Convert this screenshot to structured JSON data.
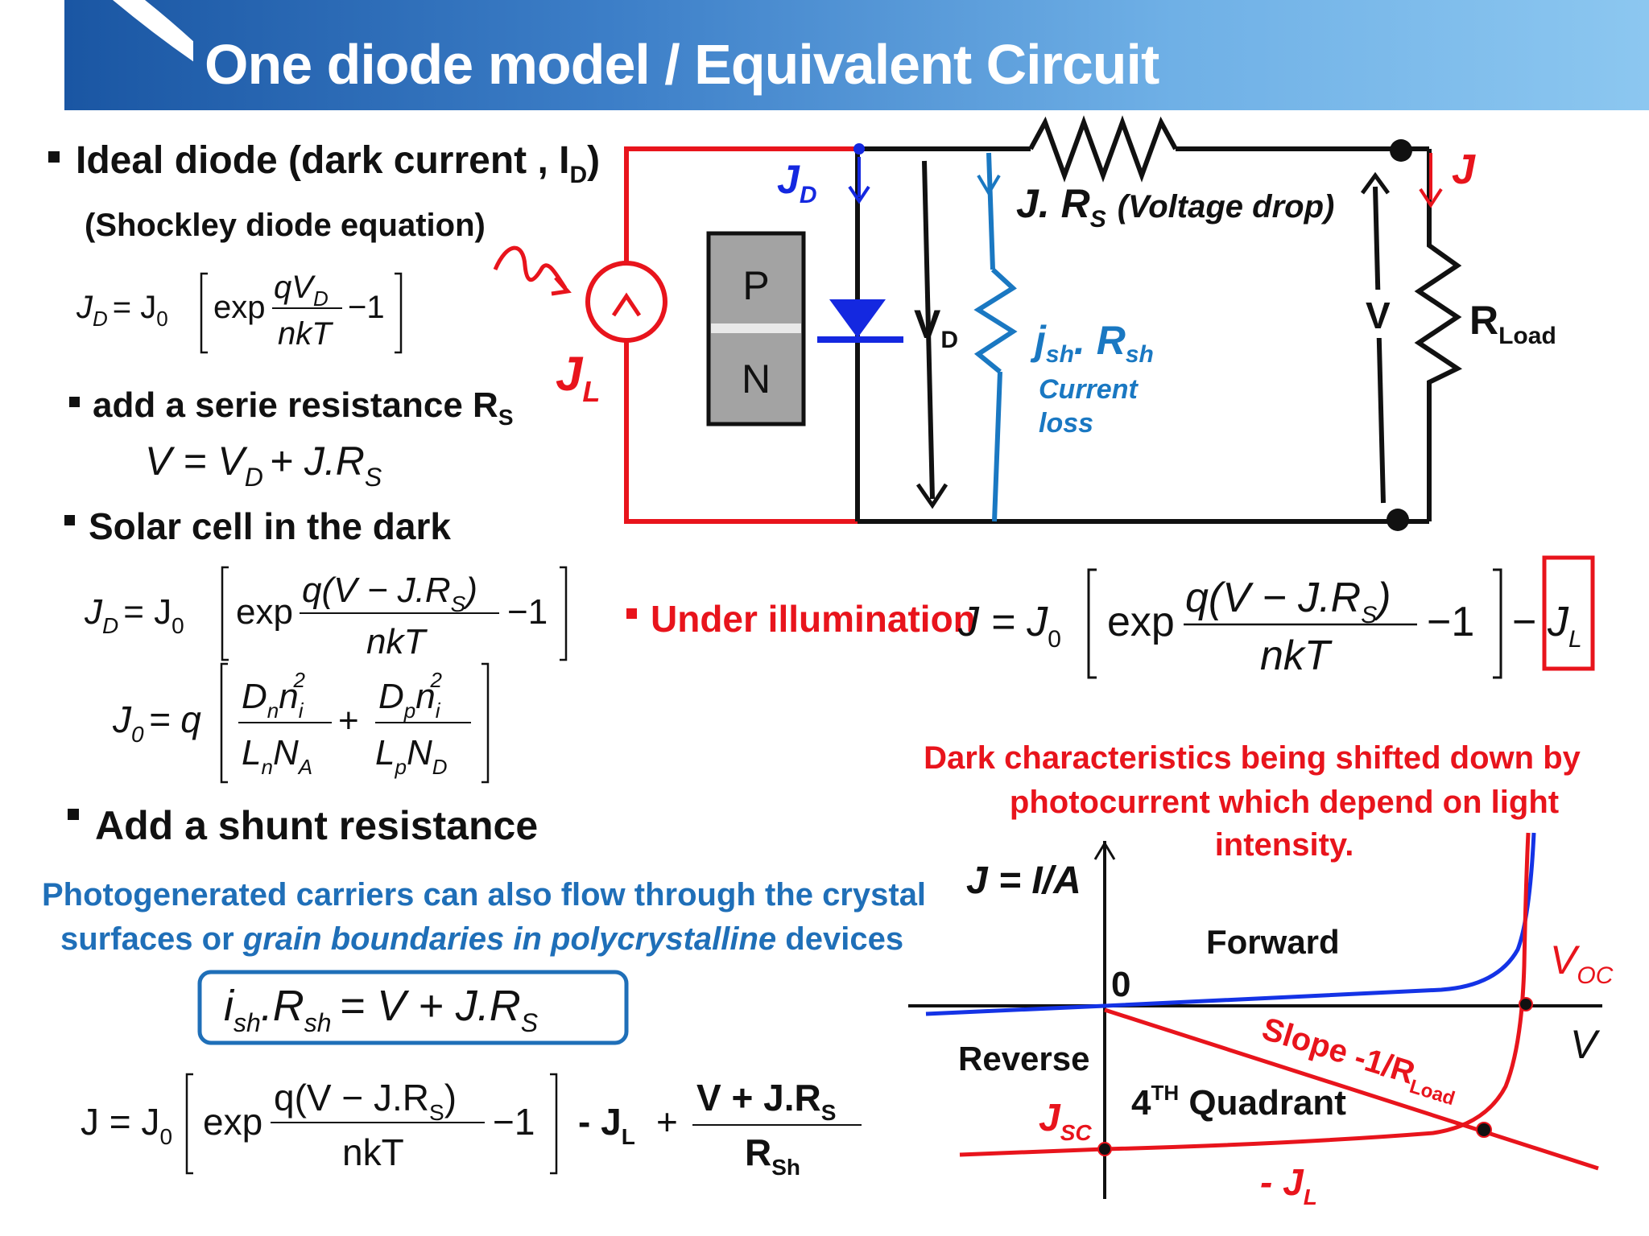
{
  "slide": {
    "title": "One diode model / Equivalent Circuit"
  },
  "left_panel": {
    "ideal_diode": {
      "text": "Ideal diode (dark current , I",
      "sub": "D",
      "close": ")"
    },
    "shockley": "(Shockley diode equation)",
    "eq_jd_ideal": {
      "lhs": "J",
      "lhs_sub": "D",
      "j0": "= J",
      "j0_sub": "0",
      "exp": "exp",
      "num": "qV",
      "num_sub": "D",
      "den": "nkT",
      "tail": "−1"
    },
    "serie": {
      "text": "add a serie resistance R",
      "sub": "S"
    },
    "eq_v": {
      "a": "V = V",
      "a_sub": "D",
      "b": "+ J.R",
      "b_sub": "S"
    },
    "dark": "Solar cell in the dark",
    "eq_jd_dark": {
      "lhs": "J",
      "lhs_sub": "D",
      "j0": "= J",
      "j0_sub": "0",
      "exp": "exp",
      "num": "q(V − J.R",
      "num_sub": "S",
      "num_close": ")",
      "den": "nkT",
      "tail": "−1"
    },
    "eq_j0": {
      "lhs": "J",
      "lhs_sub": "0",
      "q": "= q",
      "n1": "D",
      "n1_sub": "n",
      "n1_b": "n",
      "n1_b_sub": "i",
      "n1_sup": "2",
      "d1": "L",
      "d1_sub": "n",
      "d1_b": "N",
      "d1_b_sub": "A",
      "plus": "+",
      "n2": "D",
      "n2_sub": "p",
      "n2_b": "n",
      "n2_b_sub": "i",
      "n2_sup": "2",
      "d2": "L",
      "d2_sub": "p",
      "d2_b": "N",
      "d2_b_sub": "D"
    },
    "shunt": "Add a shunt resistance",
    "photo_line1": "Photogenerated carriers can also flow through the crystal",
    "photo_line2_a": "surfaces or ",
    "photo_line2_b": "grain boundaries in polycrystalline",
    "photo_line2_c": " devices",
    "eq_ish": {
      "a": "i",
      "a_sub": "sh",
      "b": ".R",
      "b_sub": "sh",
      "c": "= V + J.R",
      "c_sub": "S"
    },
    "eq_final": {
      "lhs": "J = J",
      "lhs_sub": "0",
      "exp": "exp",
      "num": "q(V − J.R",
      "num_sub": "S",
      "num_close": ")",
      "den": "nkT",
      "tail": "−1",
      "jl": "- J",
      "jl_sub": "L",
      "plus": "+",
      "num2": "V + J.R",
      "num2_sub": "S",
      "den2": "R",
      "den2_sub": "Sh"
    }
  },
  "circuit": {
    "jd": "J",
    "jd_sub": "D",
    "jl": "J",
    "jl_sub": "L",
    "p": "P",
    "n": "N",
    "vd": "V",
    "vd_sub": "D",
    "jrs_a": "J. R",
    "jrs_sub": "S",
    "jrs_b": "(Voltage drop)",
    "jsh_a": "j",
    "jsh_sub": "sh",
    "jsh_dot": ". R",
    "rsh_sub": "sh",
    "current": "Current",
    "loss": "loss",
    "v": "V",
    "j": "J",
    "rload": "R",
    "rload_sub": "Load"
  },
  "illumination": {
    "label": "Under illumination",
    "lhs": "J = J",
    "lhs_sub": "0",
    "exp": "exp",
    "num": "q(V − J.R",
    "num_sub": "S",
    "num_close": ")",
    "den": "nkT",
    "tail": "−1",
    "minus": "−",
    "jl": "J",
    "jl_sub": "L"
  },
  "iv_graph": {
    "caption1": "Dark characteristics being shifted down by",
    "caption2": "photocurrent  which depend on light",
    "caption3": "intensity.",
    "ylabel": "J = I/A",
    "xlabel": "V",
    "origin": "0",
    "forward": "Forward",
    "reverse": "Reverse",
    "quadrant": "4",
    "quadrant_sup": "TH",
    "quadrant_rest": " Quadrant",
    "voc": "V",
    "voc_sub": "OC",
    "jsc": "J",
    "jsc_sub": "SC",
    "minus_jl": "- J",
    "minus_jl_sub": "L",
    "slope": "Slope -1/R",
    "slope_sub": "Load"
  },
  "colors": {
    "red": "#e8141c",
    "blue_circuit": "#1428e0",
    "shunt_blue": "#1a78c2",
    "text_blue": "#1f6fb8",
    "black": "#111111",
    "pn_gray": "#a3a3a3",
    "curve_blue": "#1433e6"
  }
}
